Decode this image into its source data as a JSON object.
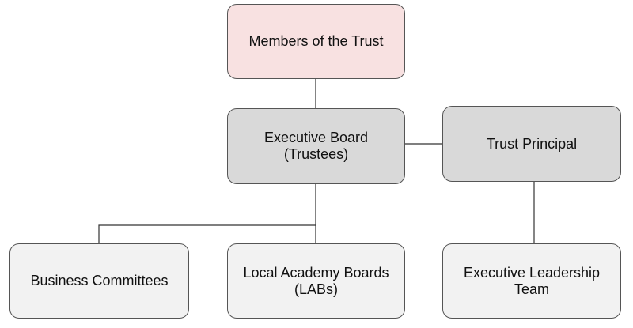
{
  "diagram": {
    "nodes": {
      "members": {
        "label": "Members of the Trust",
        "fill": "#f8e1e1"
      },
      "board": {
        "label_line1": "Executive Board",
        "label_line2": "(Trustees)",
        "fill": "#d9d9d9"
      },
      "principal": {
        "label": "Trust Principal",
        "fill": "#d9d9d9"
      },
      "business": {
        "label": "Business Committees",
        "fill": "#f2f2f2"
      },
      "labs": {
        "label_line1": "Local Academy Boards",
        "label_line2": "(LABs)",
        "fill": "#f2f2f2"
      },
      "elt": {
        "label_line1": "Executive Leadership",
        "label_line2": "Team",
        "fill": "#f2f2f2"
      }
    },
    "edges": [
      {
        "from": "members",
        "to": "board"
      },
      {
        "from": "board",
        "to": "principal"
      },
      {
        "from": "board",
        "to": "business"
      },
      {
        "from": "board",
        "to": "labs"
      },
      {
        "from": "principal",
        "to": "elt"
      }
    ],
    "colors": {
      "border": "#555555",
      "line": "#333333",
      "text": "#111111"
    }
  }
}
